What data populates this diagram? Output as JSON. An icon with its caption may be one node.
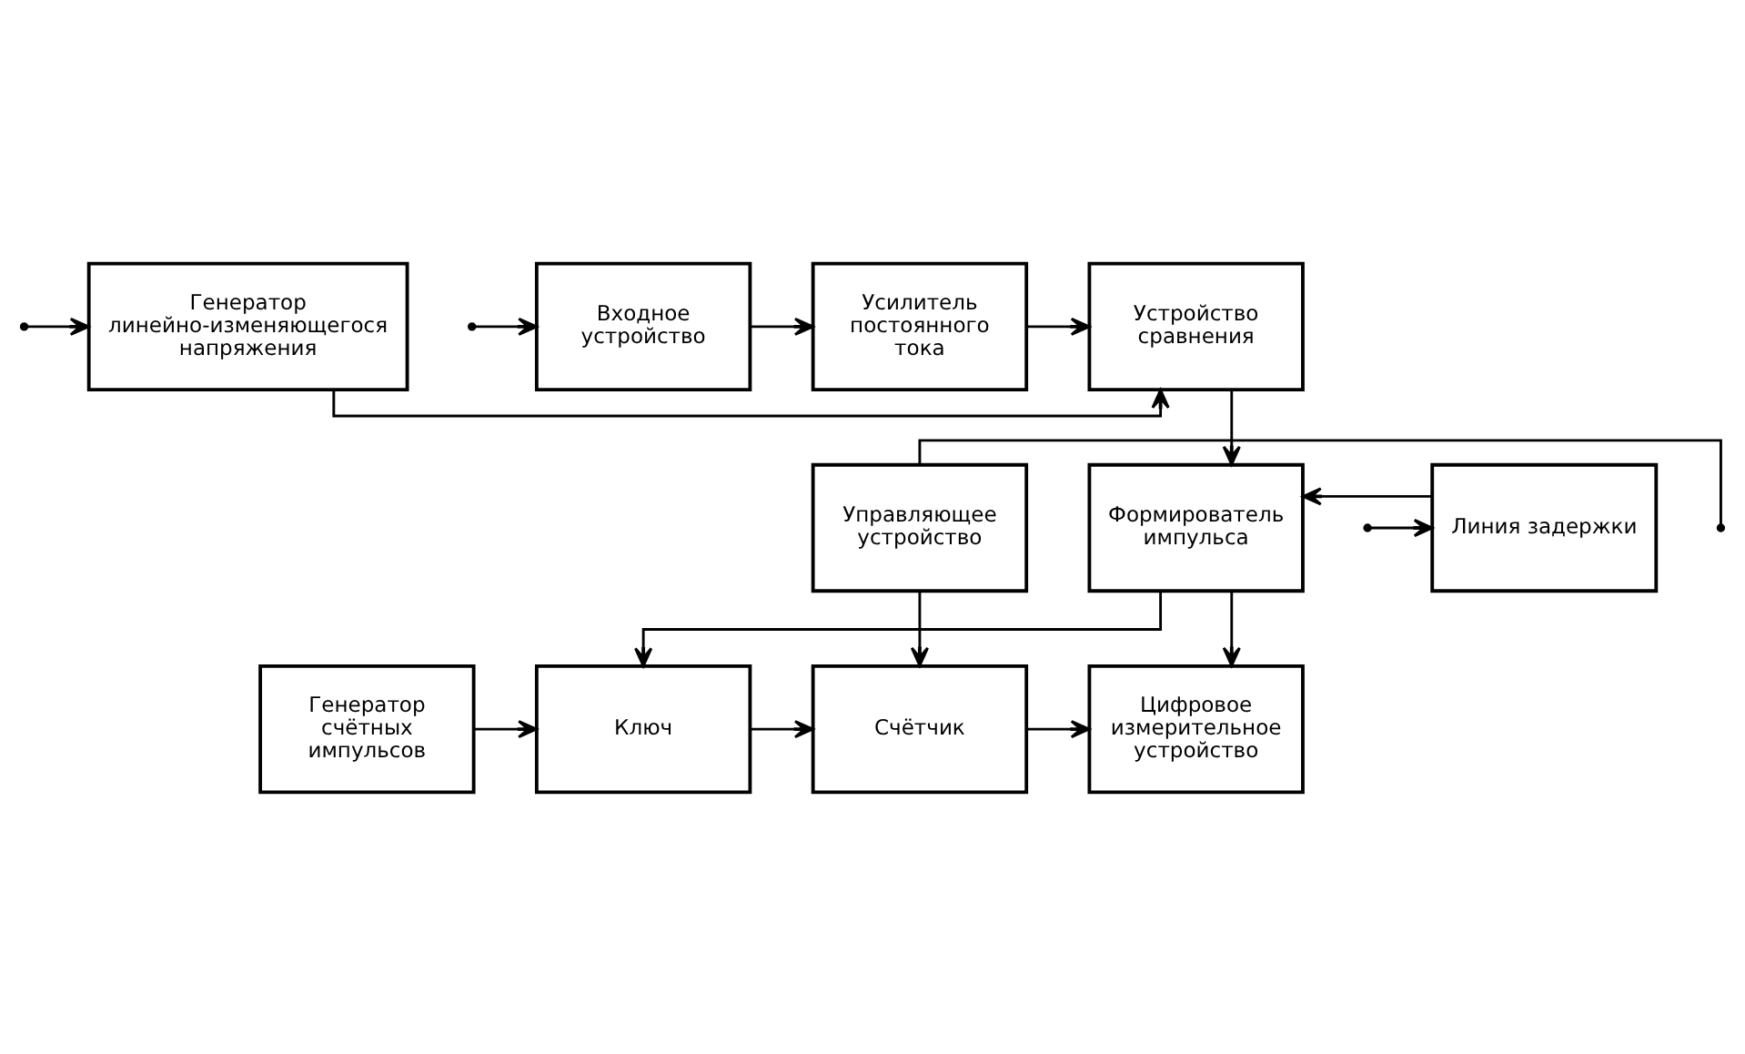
{
  "diagram": {
    "nodes": [
      {
        "text": [
          "Входное устройство"
        ]
      },
      {
        "text": [
          "Усилитель постоянного тока"
        ]
      },
      {
        "text": [
          "Устройство сравнения"
        ]
      },
      {
        "text": [
          "Генератор линейно-изменяющегося напряжения"
        ]
      },
      {
        "text": [
          "Формирователь импульса"
        ]
      },
      {
        "text": [
          "Линия задержки"
        ]
      },
      {
        "text": [
          "Цифровое измерительное устройство"
        ]
      },
      {
        "text": [
          "Счётчик"
        ]
      },
      {
        "text": [
          "Ключ"
        ]
      },
      {
        "text": [
          "Генератор счётных импульсов"
        ]
      },
      {
        "text": [
          "Управляющее устройство"
        ]
      }
    ],
    "edges": [
      {
        "from": null,
        "to": 0,
        "arrow": "to"
      },
      {
        "from": 0,
        "to": 1,
        "arrow": "to"
      },
      {
        "from": 1,
        "to": 2,
        "arrow": "to"
      },
      {
        "from": 3,
        "to": 2,
        "arrow": "to"
      },
      {
        "from": null,
        "to": 3,
        "arrow": "to"
      },
      {
        "from": 2,
        "to": 4,
        "arrow": "to"
      },
      {
        "from": 5,
        "to": 4,
        "arrow": "to"
      },
      {
        "from": null,
        "to": 5,
        "arrow": "to"
      },
      {
        "from": 4,
        "to": 6,
        "arrow": "to"
      },
      {
        "from": 4,
        "to": 8,
        "arrow": "to"
      },
      {
        "from": 9,
        "to": 8,
        "arrow": "to"
      },
      {
        "from": 8,
        "to": 7,
        "arrow": "to"
      },
      {
        "from": 7,
        "to": 6,
        "arrow": "to"
      },
      {
        "from": 10,
        "to": 7,
        "arrow": "to"
      },
      {
        "from": 10,
        "to": null,
        "arrow": "none"
      }
    ]
  }
}
